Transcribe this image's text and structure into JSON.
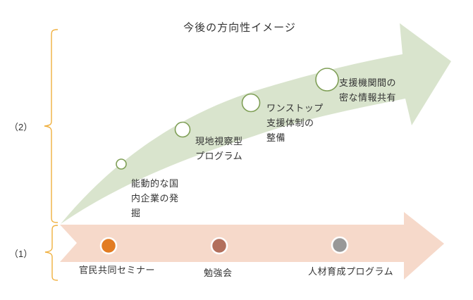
{
  "title": "今後の方向性イメージ",
  "colors": {
    "growth_arrow_fill": "#D9E4CD",
    "milestone_circle_border": "#7F9F56",
    "baseline_arrow_fill": "#F6D9CA",
    "bracket_stroke": "#F0B03F",
    "text": "#333333"
  },
  "brackets": {
    "upper_label": "（2）",
    "lower_label": "（1）"
  },
  "growth_arrow": {
    "milestones": [
      {
        "label": "能動的な国\n内企業の発\n掘"
      },
      {
        "label": "現地視察型\nプログラム"
      },
      {
        "label": "ワンストップ\n支援体制の\n整備"
      },
      {
        "label": "支援機関間の\n密な情報共有"
      }
    ]
  },
  "baseline_arrow": {
    "items": [
      {
        "label": "官民共同セミナー",
        "dot_color": "#E27C22"
      },
      {
        "label": "勉強会",
        "dot_color": "#B26F5C"
      },
      {
        "label": "人材育成プログラム",
        "dot_color": "#989898"
      }
    ]
  }
}
